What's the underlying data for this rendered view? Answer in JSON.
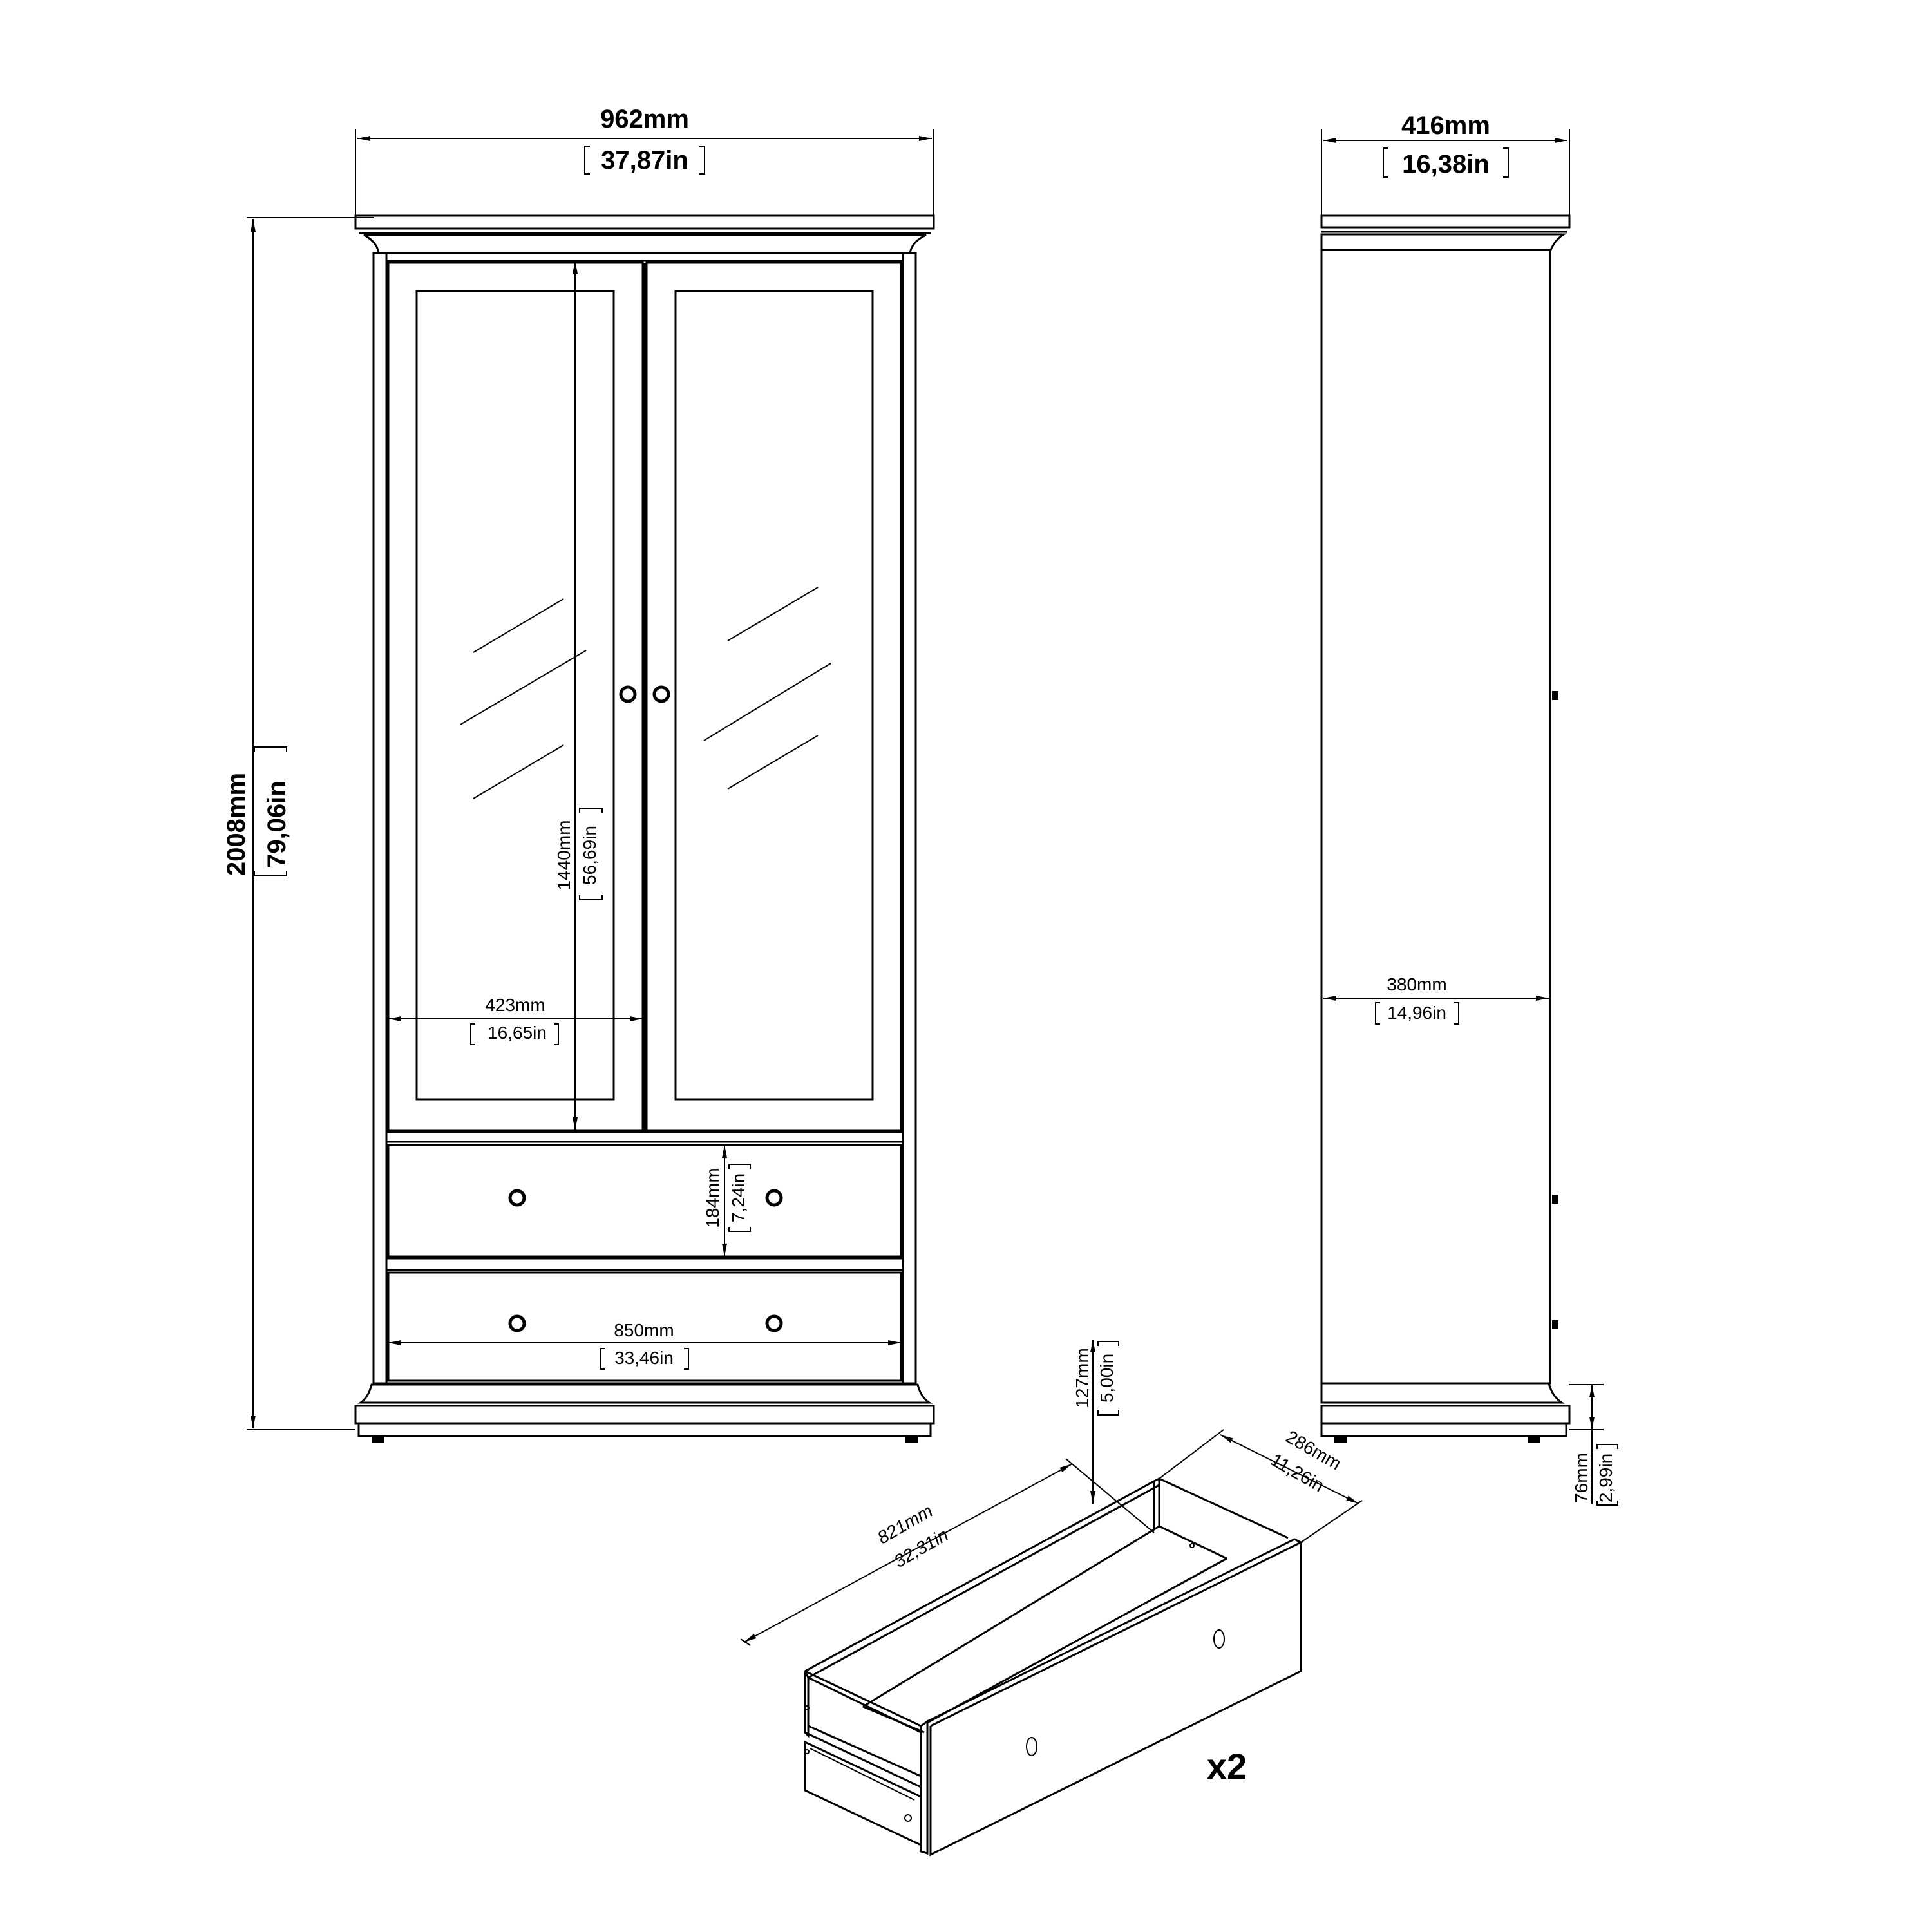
{
  "title": "Display cabinet dimension drawing",
  "front_view": {
    "overall_width": {
      "mm": "962mm",
      "in": "37,87in"
    },
    "overall_height": {
      "mm": "2008mm",
      "in": "79,06in"
    },
    "glass_door_height": {
      "mm": "1440mm",
      "in": "56,69in"
    },
    "door_width": {
      "mm": "423mm",
      "in": "16,65in"
    },
    "drawer_height": {
      "mm": "184mm",
      "in": "7,24in"
    },
    "inner_width": {
      "mm": "850mm",
      "in": "33,46in"
    }
  },
  "side_view": {
    "overall_depth": {
      "mm": "416mm",
      "in": "16,38in"
    },
    "inner_depth": {
      "mm": "380mm",
      "in": "14,96in"
    },
    "plinth_height": {
      "mm": "76mm",
      "in": "2,99in"
    }
  },
  "drawer_view": {
    "drawer_length": {
      "mm": "821mm",
      "in": "32,31in"
    },
    "drawer_depth": {
      "mm": "286mm",
      "in": "11,26in"
    },
    "drawer_height": {
      "mm": "127mm",
      "in": "5,00in"
    },
    "quantity": "x2"
  },
  "colors": {
    "line": "#000000",
    "background": "#ffffff"
  }
}
